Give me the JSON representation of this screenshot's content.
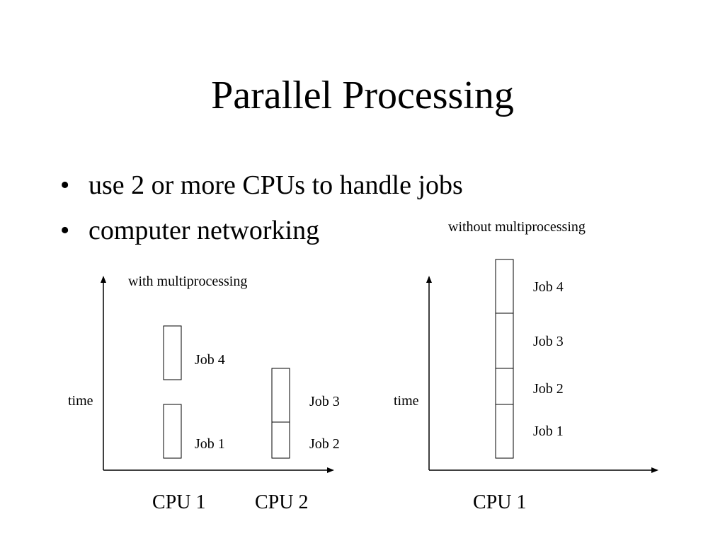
{
  "slide": {
    "title": "Parallel Processing",
    "bullets": [
      "use 2 or more CPUs to handle jobs",
      "computer networking"
    ],
    "bullet_char": "•"
  },
  "with_mp": {
    "caption": "with multiprocessing",
    "axis_label": "time",
    "jobs": [
      "Job 4",
      "Job 1",
      "Job 3",
      "Job 2"
    ],
    "cpus": [
      "CPU 1",
      "CPU 2"
    ]
  },
  "without_mp": {
    "caption": "without multiprocessing",
    "axis_label": "time",
    "jobs": [
      "Job 4",
      "Job 3",
      "Job 2",
      "Job 1"
    ],
    "cpus": [
      "CPU 1"
    ]
  },
  "colors": {
    "ink": "#000000",
    "background": "#ffffff"
  }
}
